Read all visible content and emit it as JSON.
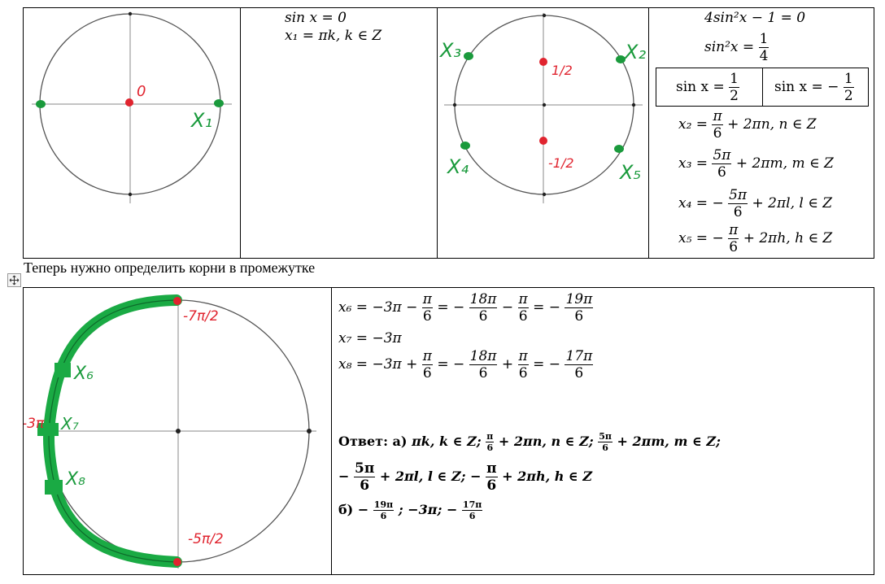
{
  "top_table": {
    "col2": {
      "eq1": "sin x = 0",
      "eq2": "x₁ = πk, k ∈ Z"
    },
    "circle1": {
      "labels": {
        "zero": "0",
        "x1": "X₁"
      }
    },
    "circle2": {
      "labels": {
        "x2": "X₂",
        "x3": "X₃",
        "x4": "X₄",
        "x5": "X₅",
        "half": "1/2",
        "neg_half": "-1/2"
      }
    },
    "col4": {
      "eq1": "4sin²x − 1 = 0",
      "eq2_lhs": "sin²x =",
      "eq2_num": "1",
      "eq2_den": "4",
      "box_left_lhs": "sin x =",
      "box_left_num": "1",
      "box_left_den": "2",
      "box_right_lhs": "sin x = −",
      "box_right_num": "1",
      "box_right_den": "2",
      "x2_lhs": "x₂ =",
      "x2_num": "π",
      "x2_den": "6",
      "x2_rest": "+ 2πn, n ∈ Z",
      "x3_lhs": "x₃ =",
      "x3_num": "5π",
      "x3_den": "6",
      "x3_rest": "+ 2πm, m ∈ Z",
      "x4_lhs": "x₄ = −",
      "x4_num": "5π",
      "x4_den": "6",
      "x4_rest": "+ 2πl, l ∈ Z",
      "x5_lhs": "x₅ = −",
      "x5_num": "π",
      "x5_den": "6",
      "x5_rest": "+ 2πh, h ∈ Z"
    }
  },
  "caption": "Теперь нужно определить корни в промежутке",
  "bottom_table": {
    "circle3": {
      "labels": {
        "top": "-7π/2",
        "bottom": "-5π/2",
        "left": "-3π",
        "x6": "X₆",
        "x7": "X₇",
        "x8": "X₈"
      }
    },
    "x6": {
      "lhs": "x₆ = −3π −",
      "f1n": "π",
      "f1d": "6",
      "eq2": "= −",
      "f2n": "18π",
      "f2d": "6",
      "minus": "−",
      "f3n": "π",
      "f3d": "6",
      "eq3": "= −",
      "f4n": "19π",
      "f4d": "6"
    },
    "x7": {
      "text": "x₇ = −3π"
    },
    "x8": {
      "lhs": "x₈ = −3π +",
      "f1n": "π",
      "f1d": "6",
      "eq2": "= −",
      "f2n": "18π",
      "f2d": "6",
      "plus": "+",
      "f3n": "π",
      "f3d": "6",
      "eq3": "= −",
      "f4n": "17π",
      "f4d": "6"
    },
    "answer": {
      "label": "Ответ: а)",
      "a1": "πk, k ∈ Z;",
      "a2n": "π",
      "a2d": "6",
      "a2rest": "+ 2πn, n ∈ Z;",
      "a3n": "5π",
      "a3d": "6",
      "a3rest": "+ 2πm, m ∈ Z;",
      "line2_start": "−",
      "a4n": "5π",
      "a4d": "6",
      "a4rest": "+ 2πl, l ∈ Z; −",
      "a5n": "π",
      "a5d": "6",
      "a5rest": "+ 2πh, h ∈ Z",
      "b_label": "б) −",
      "b1n": "19π",
      "b1d": "6",
      "b_mid": "; −3π; −",
      "b2n": "17π",
      "b2d": "6"
    }
  },
  "colors": {
    "green": "#1a9a3c",
    "red": "#e0242f",
    "circle": "#555555"
  }
}
